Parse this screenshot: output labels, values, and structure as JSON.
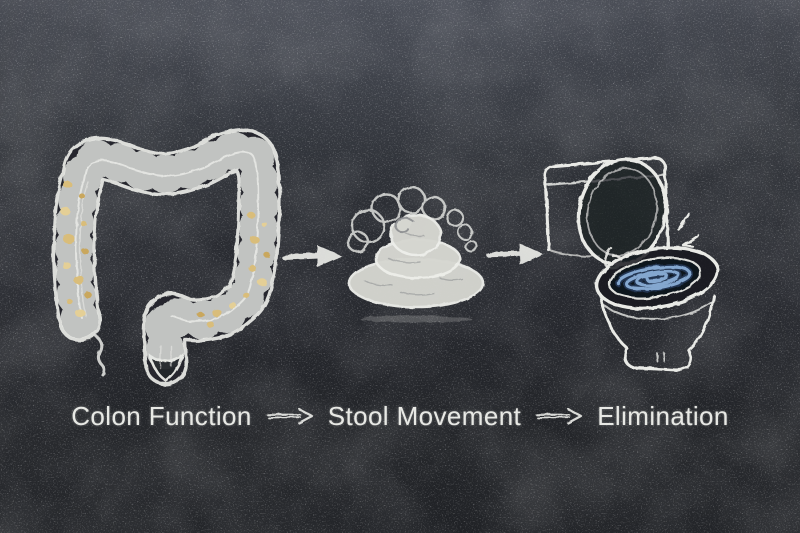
{
  "board": {
    "surface": "chalkboard",
    "background_color": "#2b2e34",
    "chalk_color": "#e8e9e5"
  },
  "diagram": {
    "steps": [
      {
        "label": "Colon Function",
        "illustration": "large-intestine-with-stool-contents",
        "accent_color": "#d9bd7a"
      },
      {
        "label": "Stool Movement",
        "illustration": "stool-pile-with-odor-cloud",
        "accent_color": "#e8e9e5"
      },
      {
        "label": "Elimination",
        "illustration": "toilet-flushing-open-lid",
        "accent_color": "#85abd6"
      }
    ],
    "flow_arrows": [
      {
        "between": "colon-and-stool",
        "style": "solid-chalk-arrow-right"
      },
      {
        "between": "stool-and-toilet",
        "style": "solid-chalk-arrow-right"
      }
    ],
    "label_arrows": [
      {
        "between": "colon-function-and-stool-movement",
        "style": "thin-double-line-arrow-right"
      },
      {
        "between": "stool-movement-and-elimination",
        "style": "thin-double-line-arrow-right"
      }
    ]
  }
}
